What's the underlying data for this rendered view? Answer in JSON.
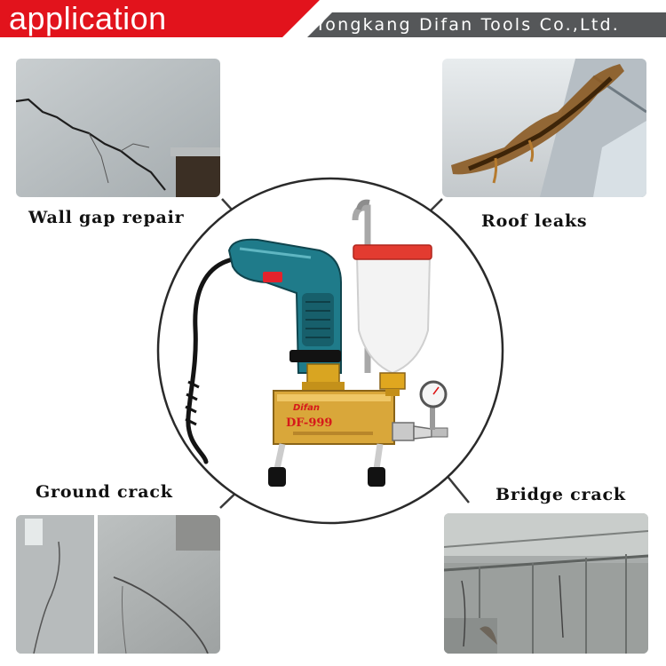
{
  "header": {
    "title": "application",
    "company": "Yongkang Difan Tools Co.,Ltd.",
    "colors": {
      "red": "#e2131c",
      "dark": "#555759"
    }
  },
  "applications": [
    {
      "id": "wall",
      "label": "Wall gap repair"
    },
    {
      "id": "roof",
      "label": "Roof leaks"
    },
    {
      "id": "ground",
      "label": "Ground crack"
    },
    {
      "id": "bridge",
      "label": "Bridge crack"
    }
  ],
  "product": {
    "brand": "Difan",
    "model": "DF-999"
  }
}
